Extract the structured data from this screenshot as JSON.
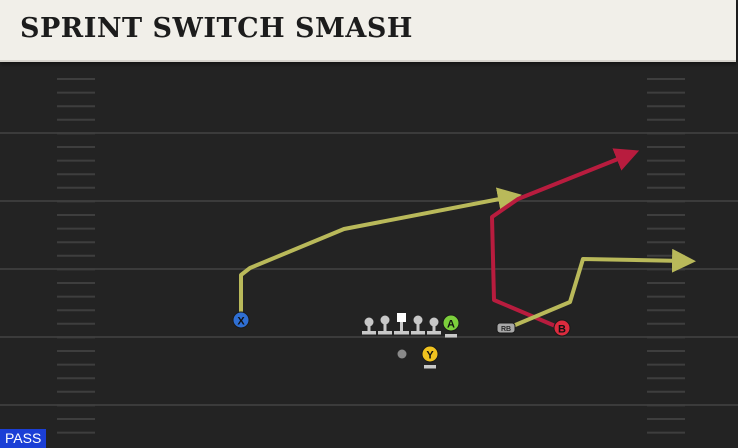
{
  "play": {
    "title": "SPRINT SWITCH SMASH",
    "type_badge": "PASS"
  },
  "players": {
    "x": {
      "label": "X",
      "color": "#2f6fd3"
    },
    "a": {
      "label": "A",
      "color": "#7ccf3c"
    },
    "y": {
      "label": "Y",
      "color": "#f0c21f"
    },
    "b": {
      "label": "B",
      "color": "#dc2b3e"
    },
    "rb": {
      "label": "RB",
      "color": "#a8a8a8"
    }
  },
  "colors": {
    "route_yellow": "#b9b95a",
    "route_red": "#b81c3e",
    "field": "#232323",
    "yard_line": "#3b3b3b",
    "hash": "#3e3e3e"
  }
}
